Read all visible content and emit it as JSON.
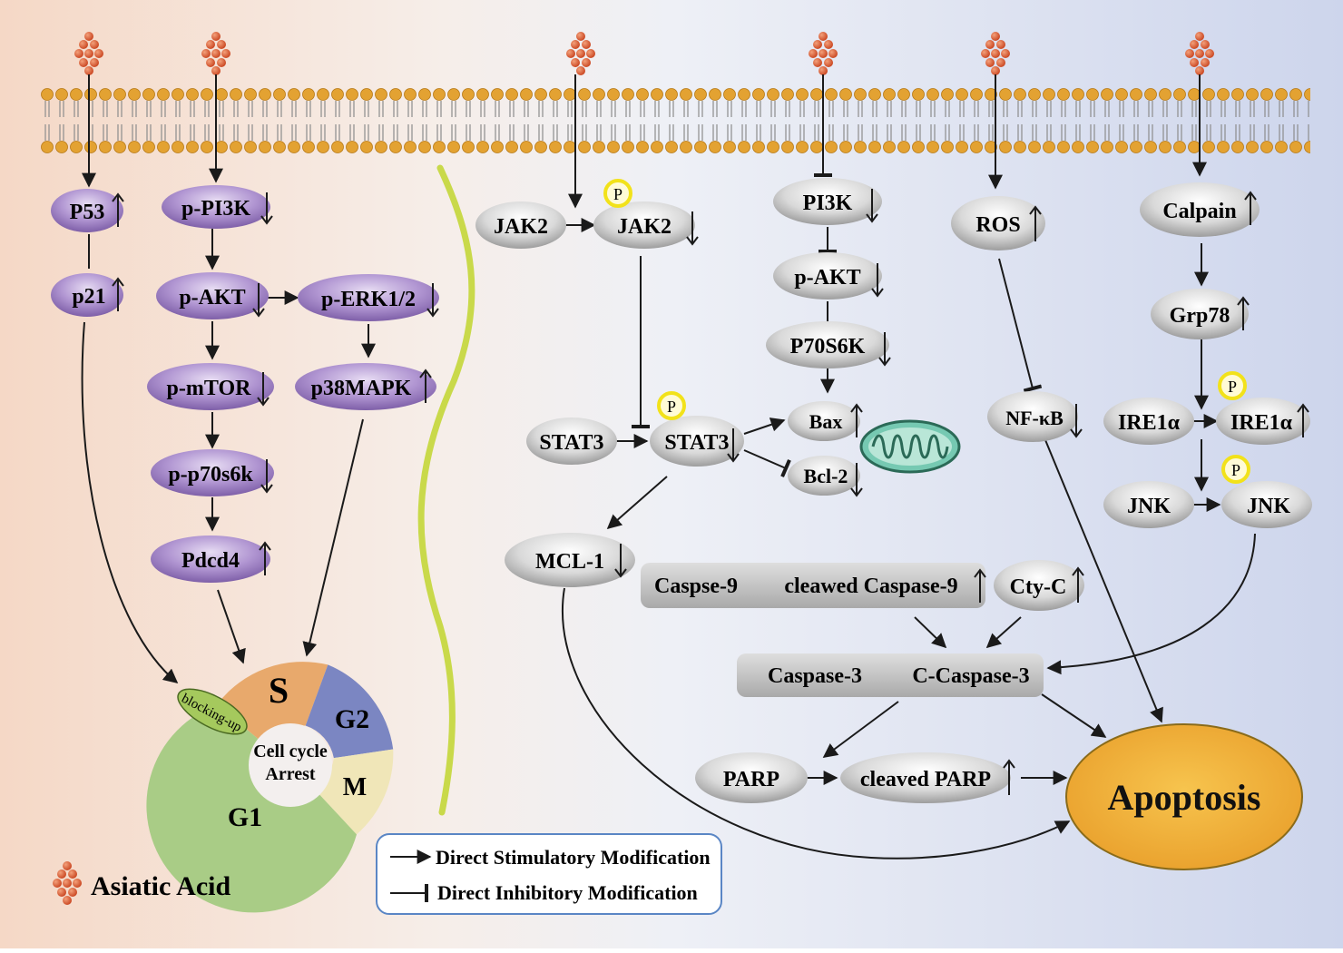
{
  "left_panel": {
    "p53": "P53",
    "p21": "p21",
    "p_pi3k": "p-PI3K",
    "p_akt": "p-AKT",
    "p_erk": "p-ERK1/2",
    "p_mtor": "p-mTOR",
    "p38mapk": "p38MAPK",
    "p_p70s6k": "p-p70s6k",
    "pdcd4": "Pdcd4"
  },
  "cell_cycle": {
    "phase_s": "S",
    "phase_g2": "G2",
    "phase_m": "M",
    "phase_g1": "G1",
    "center_line1": "Cell cycle",
    "center_line2": "Arrest",
    "blocking_label": "blocking-up",
    "colors": {
      "s": "#e8a96c",
      "g2": "#7b86c2",
      "m": "#f0e6b8",
      "g1": "#a9cc86"
    }
  },
  "legend_key": {
    "compound": "Asiatic Acid"
  },
  "right_panel": {
    "jak2": "JAK2",
    "p_jak2": "JAK2",
    "stat3": "STAT3",
    "p_stat3": "STAT3",
    "mcl1": "MCL-1",
    "pi3k": "PI3K",
    "p_akt": "p-AKT",
    "p70s6k": "P70S6K",
    "bax": "Bax",
    "bcl2": "Bcl-2",
    "ros": "ROS",
    "nfkb": "NF-κB",
    "calpain": "Calpain",
    "grp78": "Grp78",
    "ire1a": "IRE1α",
    "p_ire1a": "IRE1α",
    "jnk": "JNK",
    "p_jnk": "JNK",
    "caspase9_box": "Caspse-9",
    "cleaved_caspase9": "cleawed Caspase-9",
    "cytc": "Cty-C",
    "caspase3": "Caspase-3",
    "c_caspase3": "C-Caspase-3",
    "parp": "PARP",
    "cleaved_parp": "cleaved PARP",
    "apoptosis": "Apoptosis",
    "phospho": "P"
  },
  "legend": {
    "stimulatory": "Direct Stimulatory Modification",
    "inhibitory": "Direct Inhibitory Modification"
  },
  "colors": {
    "purple_node": "#9a7bbf",
    "grey_node": "#c8c8c8",
    "membrane_head": "#e0a030",
    "divider": "#c9d94a",
    "apoptosis_fill": "#f0b23a",
    "phospho_ring": "#f2e21a"
  }
}
